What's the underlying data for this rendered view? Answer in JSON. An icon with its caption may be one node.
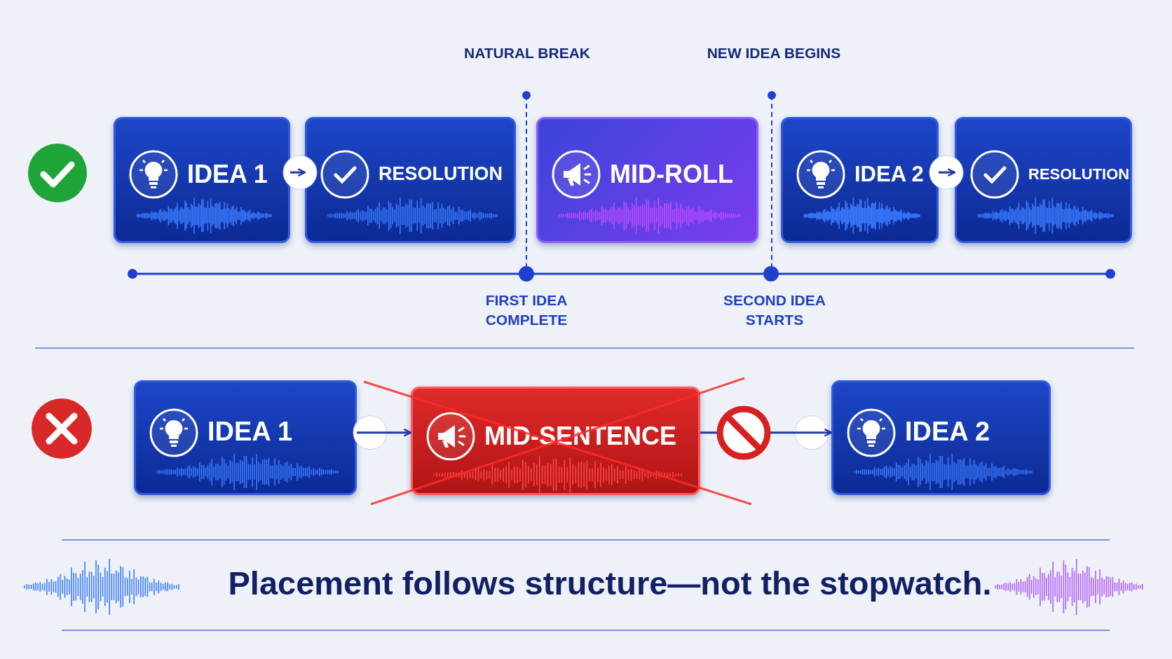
{
  "diagram": {
    "caption": "Placement follows structure—not the stopwatch.",
    "nodes": [
      {
        "text": [
          "IDEA 1"
        ]
      },
      {
        "text": [
          "RESOLUTION"
        ]
      },
      {
        "text": [
          "MID-ROLL"
        ]
      },
      {
        "text": [
          "IDEA 2"
        ]
      },
      {
        "text": [
          "RESOLUTION"
        ]
      },
      {
        "text": [
          "IDEA 1"
        ]
      },
      {
        "text": [
          "MID-SENTENCE"
        ]
      },
      {
        "text": [
          "IDEA 2"
        ]
      }
    ],
    "edges": [
      {
        "from": 0,
        "to": 1,
        "arrow": "to"
      },
      {
        "from": 3,
        "to": 4,
        "arrow": "to"
      },
      {
        "from": 5,
        "to": 6,
        "arrow": "to"
      },
      {
        "from": 6,
        "to": 7,
        "arrow": "to"
      }
    ],
    "labels": [
      "NATURAL BREAK",
      "NEW IDEA BEGINS",
      "FIRST IDEA COMPLETE",
      "SECOND IDEA STARTS"
    ]
  }
}
